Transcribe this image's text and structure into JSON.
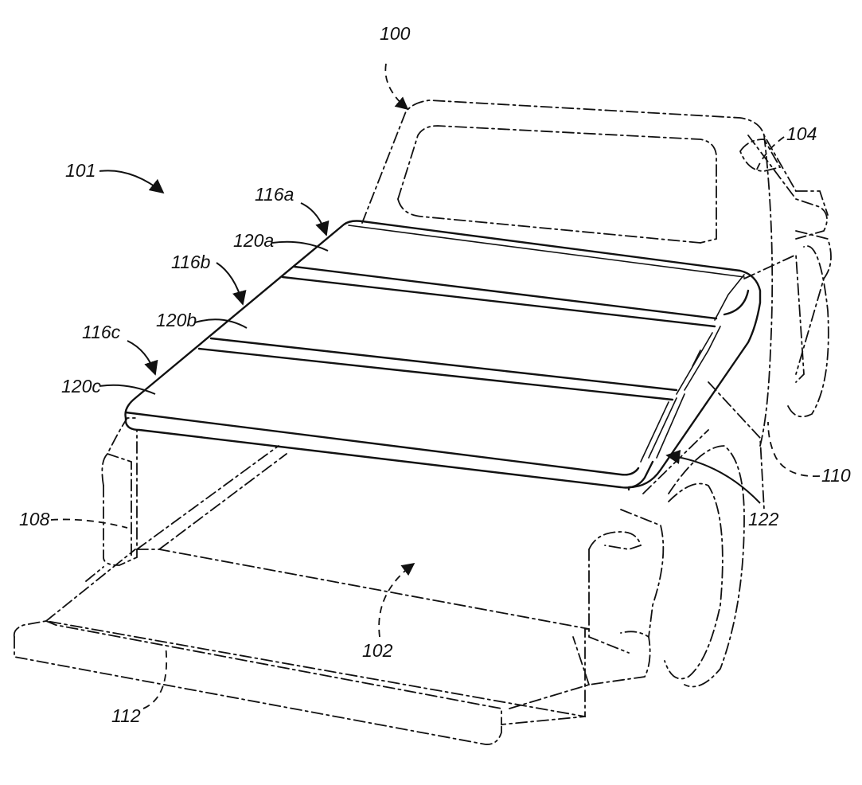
{
  "labels": {
    "n100": "100",
    "n101": "101",
    "n102": "102",
    "n104": "104",
    "n108": "108",
    "n110": "110",
    "n112": "112",
    "n116a": "116a",
    "n116b": "116b",
    "n116c": "116c",
    "n120a": "120a",
    "n120b": "120b",
    "n120c": "120c",
    "n122": "122"
  }
}
